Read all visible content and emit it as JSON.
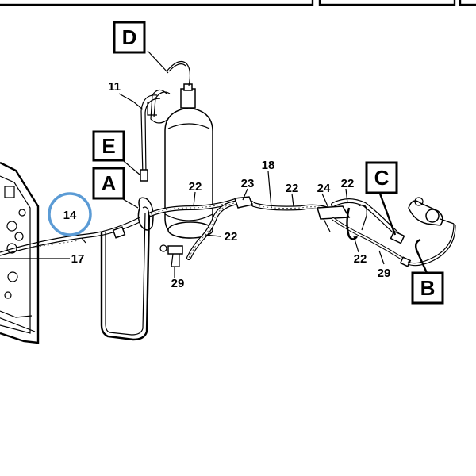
{
  "callout_letters": {
    "D": "D",
    "E": "E",
    "A": "A",
    "C": "C",
    "B": "B"
  },
  "part_numbers": {
    "p11": "11",
    "p14": "14",
    "p17": "17",
    "p18": "18",
    "p22a": "22",
    "p22b": "22",
    "p22c": "22",
    "p22d": "22",
    "p22e": "22",
    "p23": "23",
    "p24": "24",
    "p29a": "29",
    "p29b": "29"
  },
  "colors": {
    "highlight_circle": "#5b9bd5",
    "line": "#000000",
    "background": "#ffffff"
  }
}
